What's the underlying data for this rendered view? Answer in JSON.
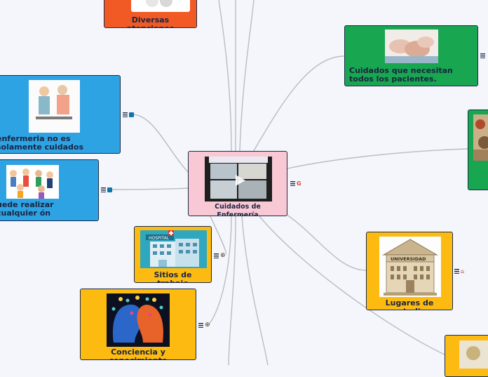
{
  "colors": {
    "center": "#f9c8d5",
    "orange": "#f15a24",
    "green": "#18a651",
    "blue": "#2ea3e3",
    "yellow": "#fdbb12",
    "link": "#b9bcc4"
  },
  "center": {
    "label": "Cuidados de Enfermería"
  },
  "nodes": {
    "diversas": {
      "label": "Diversas atenciones"
    },
    "cuidados_pacientes": {
      "label": "Cuidados que necesitan todos los pacientes."
    },
    "no_solamente": {
      "label": "enfermeria no es solamente cuidados"
    },
    "cualquier": {
      "label": "uede realizar cualquier ón"
    },
    "sitios": {
      "label": "Sitios de trabajo"
    },
    "lugares": {
      "label": "Lugares de estudio"
    },
    "conciencia": {
      "label": "Conciencia y conocimiento"
    }
  },
  "images": {
    "hospital_sign": "HOSPITAL",
    "universidad_sign": "UNIVERSIDAD"
  },
  "icons": [
    "notes-icon",
    "google-icon",
    "linkedin-icon",
    "globe-icon",
    "paint-icon"
  ]
}
